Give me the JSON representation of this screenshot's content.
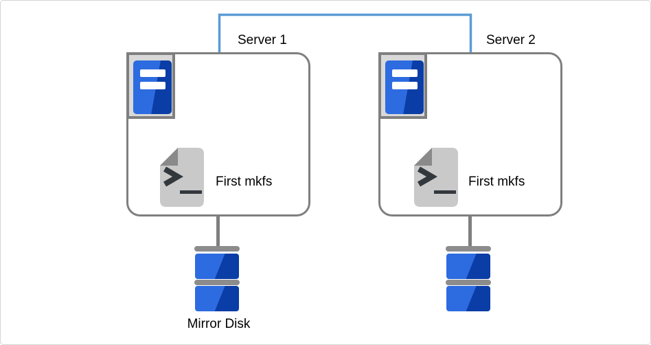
{
  "diagram": {
    "title_hint": "Two-server mirror disk cluster with first mkfs",
    "servers": [
      {
        "label": "Server 1",
        "script_label": "First mkfs"
      },
      {
        "label": "Server 2",
        "script_label": "First mkfs"
      }
    ],
    "mirror_disk": {
      "label": "Mirror Disk"
    }
  },
  "colors": {
    "connector_blue": "#5b9bd5",
    "outline_gray": "#7f7f7f",
    "icon_bg_gray": "#d9d9d9",
    "server_blue_light": "#2d6be0",
    "server_blue_dark": "#0b3da7",
    "disk_bar_gray": "#8c8c8c",
    "document_gray": "#c9c9c9",
    "document_fold_gray": "#8a8a8a",
    "prompt_dark": "#33383d",
    "label_black": "#000000",
    "page_border": "#d4d4d4"
  }
}
